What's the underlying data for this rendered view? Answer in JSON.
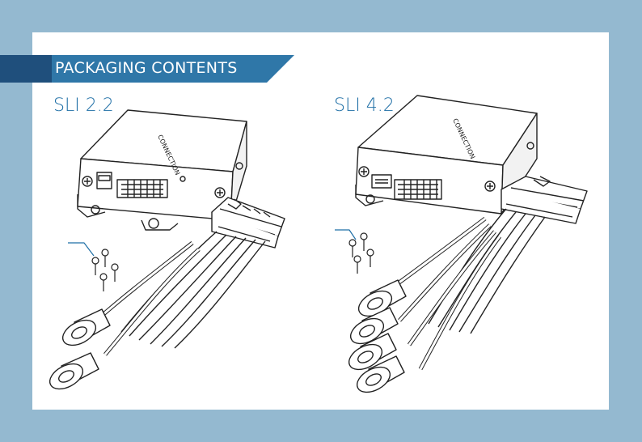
{
  "section": {
    "title": "PACKAGING CONTENTS"
  },
  "products": [
    {
      "model": "SLI 2.2",
      "rca_pairs": 2
    },
    {
      "model": "SLI 4.2",
      "rca_pairs": 4
    }
  ],
  "colors": {
    "frame": "#94b9d0",
    "banner_dark": "#1f4f7c",
    "banner_light": "#2f77a8",
    "accent": "#1f6fa6"
  },
  "icons": [
    "amplifier-box-illustration",
    "wiring-harness-illustration",
    "screw-icon",
    "rca-plug-icon"
  ]
}
